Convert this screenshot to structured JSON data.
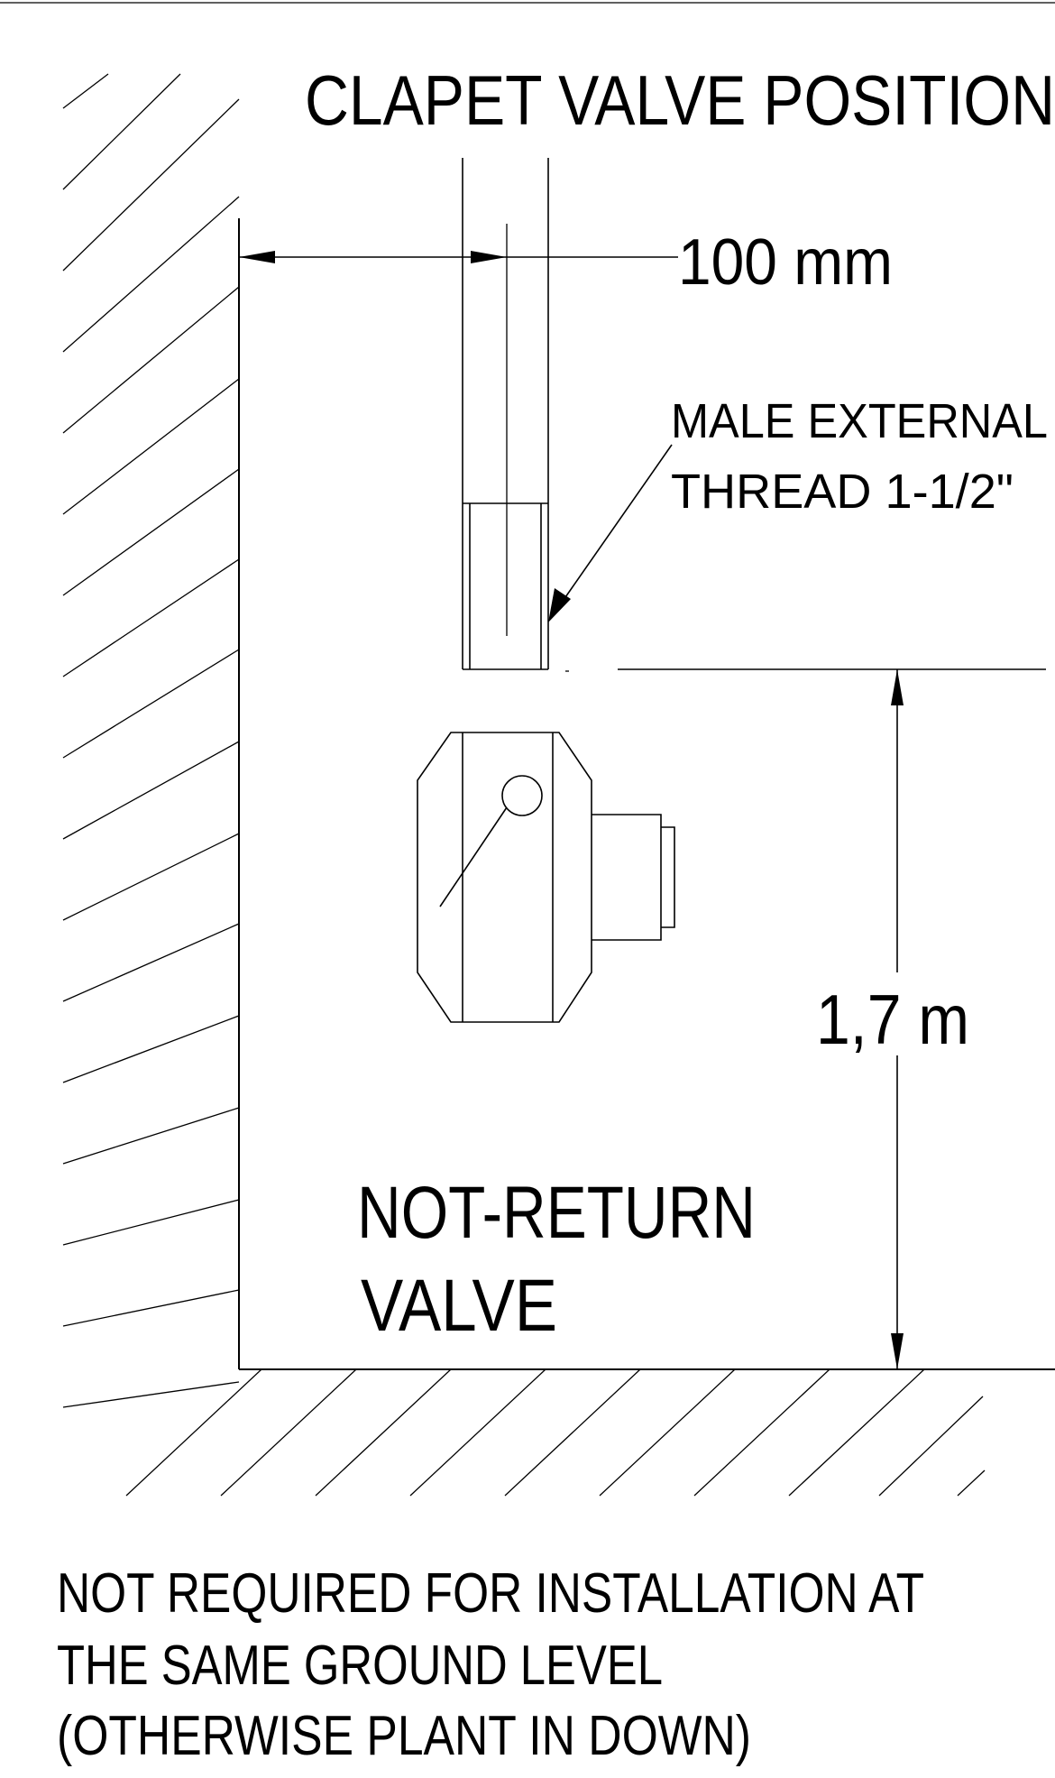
{
  "title": "CLAPET VALVE POSITION",
  "dimensions": {
    "horizontal_label": "100 mm",
    "vertical_label": "1,7 m"
  },
  "callout": {
    "line1": "MALE EXTERNAL",
    "line2": "THREAD 1-1/2\""
  },
  "valve_label": {
    "line1": "NOT-RETURN",
    "line2": "VALVE"
  },
  "footnote": {
    "line1": "NOT REQUIRED FOR INSTALLATION AT",
    "line2": "THE SAME GROUND LEVEL",
    "line3": "(OTHERWISE PLANT IN DOWN)"
  },
  "colors": {
    "line": "#000000",
    "background": "#ffffff"
  }
}
